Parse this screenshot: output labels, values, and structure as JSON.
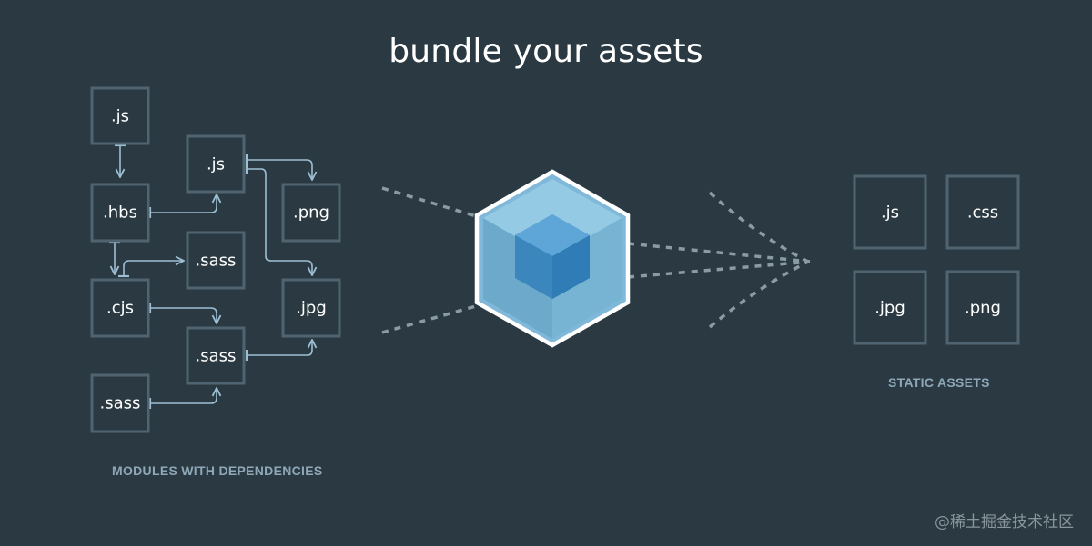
{
  "title": "bundle your assets",
  "modules_caption": "MODULES WITH DEPENDENCIES",
  "static_caption": "STATIC ASSETS",
  "watermark": "@稀土掘金技术社区",
  "modules": [
    {
      "id": "m-js-1",
      "label": ".js"
    },
    {
      "id": "m-js-2",
      "label": ".js"
    },
    {
      "id": "m-hbs",
      "label": ".hbs"
    },
    {
      "id": "m-png",
      "label": ".png"
    },
    {
      "id": "m-sass-1",
      "label": ".sass"
    },
    {
      "id": "m-cjs",
      "label": ".cjs"
    },
    {
      "id": "m-jpg",
      "label": ".jpg"
    },
    {
      "id": "m-sass-2",
      "label": ".sass"
    },
    {
      "id": "m-sass-3",
      "label": ".sass"
    }
  ],
  "assets": [
    {
      "id": "a-js",
      "label": ".js"
    },
    {
      "id": "a-css",
      "label": ".css"
    },
    {
      "id": "a-jpg",
      "label": ".jpg"
    },
    {
      "id": "a-png",
      "label": ".png"
    }
  ],
  "colors": {
    "background": "#2b3a42",
    "box_stroke": "#4f6470",
    "arrow": "#9dbfd4",
    "dashed": "#8b9ba3",
    "cube_outer": "#8ed6fb",
    "cube_inner": "#1c78c0"
  }
}
